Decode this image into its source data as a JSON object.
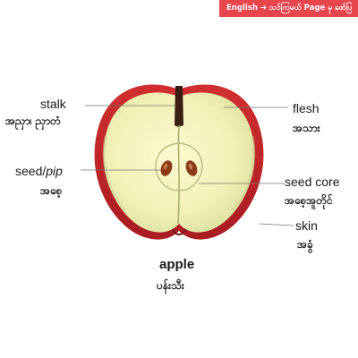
{
  "banner": {
    "text": "English ➔ သင်ကြမယ် Page မှ ဖော်ပြ"
  },
  "labels": {
    "stalk": {
      "en": "stalk",
      "my": "အညှာ၊ ညှာတံ"
    },
    "seed": {
      "en_main": "seed/",
      "en_alt": "pip",
      "my": "အစေ့"
    },
    "flesh": {
      "en": "flesh",
      "my": "အသား"
    },
    "seed_core": {
      "en": "seed core",
      "my": "အစေ့အူတိုင်"
    },
    "skin": {
      "en": "skin",
      "my": "အခွံ"
    }
  },
  "title": {
    "en": "apple",
    "my": "ပန်းသီး"
  },
  "colors": {
    "banner": "#e8454d",
    "apple_skin": "#c8262c",
    "apple_flesh": "#f2f2b4",
    "seed": "#8b3a1a"
  }
}
